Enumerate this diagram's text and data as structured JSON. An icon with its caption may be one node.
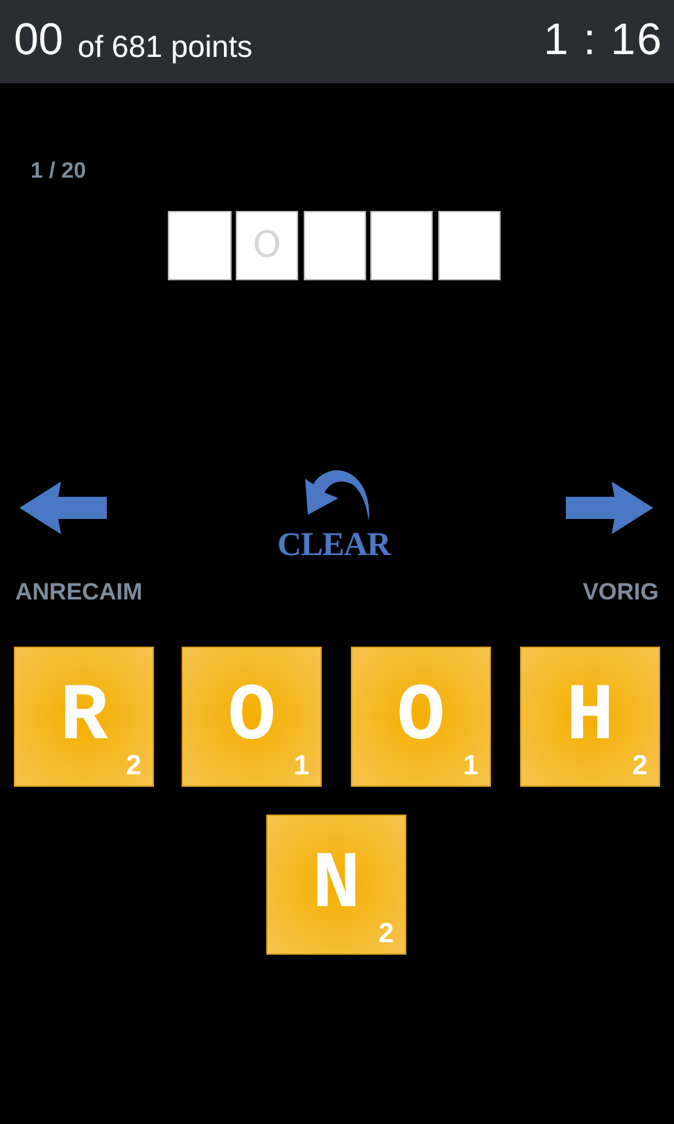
{
  "diagram": {
    "nodes": [
      {
        "text": [],
        "shape": "box"
      },
      {
        "text": [
          "O"
        ]
      },
      {
        "text": [],
        "shape": "box"
      },
      {
        "text": [],
        "shape": "box"
      },
      {
        "text": [],
        "shape": "box"
      },
      {
        "text": [
          "R",
          "2"
        ]
      },
      {
        "text": [
          "O",
          "1"
        ]
      },
      {
        "text": [
          "O",
          "1"
        ]
      },
      {
        "text": [
          "H",
          "2"
        ]
      },
      {
        "text": [
          "N",
          "2"
        ]
      }
    ],
    "edges": [],
    "labels": [
      "00",
      "of 681 points",
      "1 : 16",
      "1 / 20",
      "CLEAR",
      "ANRECAIM",
      "VORIG"
    ]
  }
}
